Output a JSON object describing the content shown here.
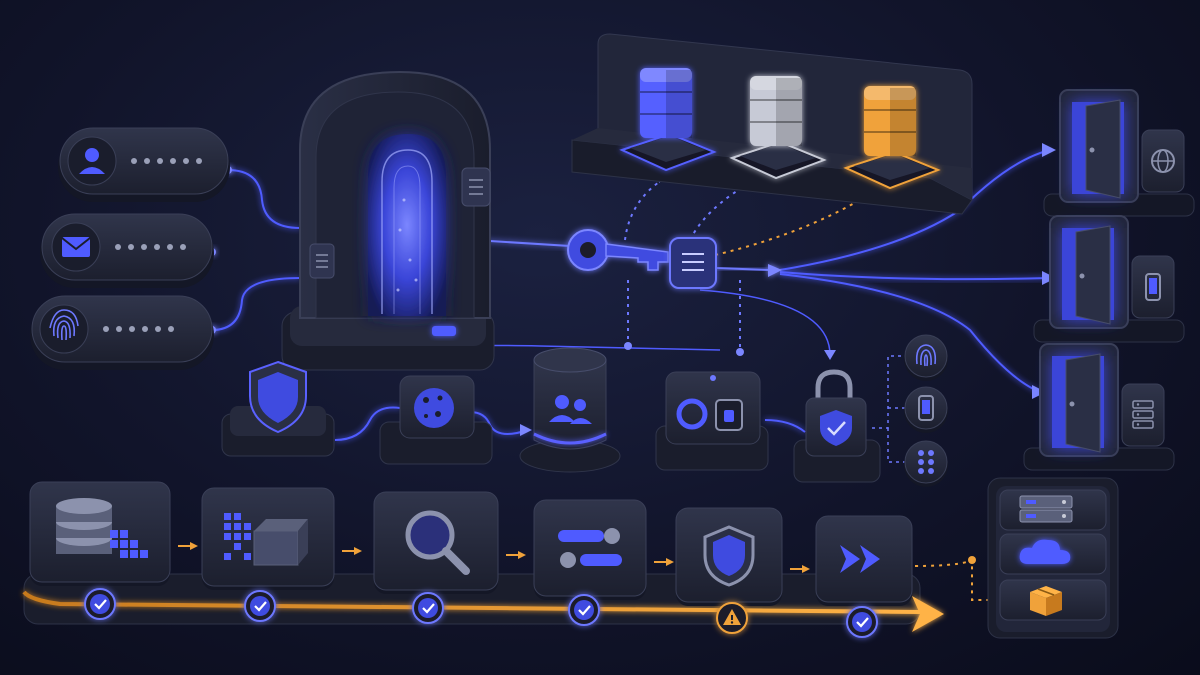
{
  "colors": {
    "background": "#11142a",
    "panel": "#262a3d",
    "panel_dark": "#1a1d2c",
    "accent_blue": "#4f5bff",
    "glow_blue": "#6d78ff",
    "accent_orange": "#f0a23a",
    "server_silver": "#c7cad6",
    "icon_fill": "#3f4be0"
  },
  "credentials": [
    {
      "id": "user",
      "icon": "user-icon"
    },
    {
      "id": "email",
      "icon": "envelope-icon"
    },
    {
      "id": "biometric",
      "icon": "fingerprint-icon"
    }
  ],
  "top_servers": [
    {
      "id": "blue",
      "color": "#5560ff",
      "icon": "server-stack-icon"
    },
    {
      "id": "silver",
      "color": "#c7cad6",
      "icon": "server-stack-icon"
    },
    {
      "id": "orange",
      "color": "#f0a23a",
      "icon": "server-stack-icon"
    }
  ],
  "middle_modules": [
    {
      "id": "shield",
      "icon": "shield-icon"
    },
    {
      "id": "cookie",
      "icon": "cookie-icon"
    },
    {
      "id": "user-database",
      "icon": "users-database-icon"
    },
    {
      "id": "device",
      "icon": "device-toggle-icon"
    },
    {
      "id": "padlock",
      "icon": "padlock-check-icon"
    }
  ],
  "mfa_options": [
    {
      "id": "fingerprint",
      "icon": "fingerprint-icon"
    },
    {
      "id": "phone",
      "icon": "smartphone-icon"
    },
    {
      "id": "pin",
      "icon": "keypad-icon"
    }
  ],
  "exits": [
    {
      "id": "web",
      "icon": "globe-icon"
    },
    {
      "id": "mobile",
      "icon": "smartphone-icon"
    },
    {
      "id": "server",
      "icon": "server-rack-icon"
    }
  ],
  "pipeline_steps": [
    {
      "id": "database",
      "icon": "database-icon",
      "status": "check-icon"
    },
    {
      "id": "data-blocks",
      "icon": "data-blocks-icon",
      "status": "check-icon"
    },
    {
      "id": "inspect",
      "icon": "magnifier-icon",
      "status": "check-icon"
    },
    {
      "id": "configure",
      "icon": "toggles-icon",
      "status": "check-icon"
    },
    {
      "id": "protect",
      "icon": "shield-icon",
      "status": "warning-icon"
    },
    {
      "id": "forward",
      "icon": "fast-forward-icon",
      "status": "check-icon"
    }
  ],
  "deploy_targets": [
    {
      "id": "server",
      "icon": "server-rack-icon"
    },
    {
      "id": "cloud",
      "icon": "cloud-icon"
    },
    {
      "id": "package",
      "icon": "package-icon"
    }
  ]
}
